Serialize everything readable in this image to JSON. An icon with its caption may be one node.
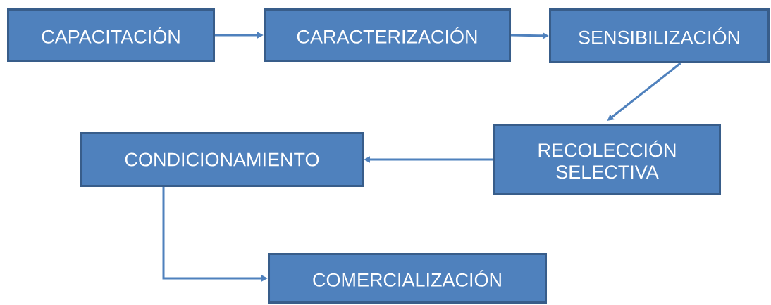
{
  "diagram": {
    "nodes": [
      {
        "text": [
          "CAPACITACIÓN"
        ]
      },
      {
        "text": [
          "CARACTERIZACIÓN"
        ]
      },
      {
        "text": [
          "SENSIBILIZACIÓN"
        ]
      },
      {
        "text": [
          "RECOLECCIÓN SELECTIVA"
        ]
      },
      {
        "text": [
          "CONDICIONAMIENTO"
        ]
      },
      {
        "text": [
          "COMERCIALIZACIÓN"
        ]
      }
    ],
    "edges": [
      {
        "from": 0,
        "to": 1,
        "arrow": "to"
      },
      {
        "from": 1,
        "to": 2,
        "arrow": "to"
      },
      {
        "from": 2,
        "to": 3,
        "arrow": "to"
      },
      {
        "from": 3,
        "to": 4,
        "arrow": "to"
      },
      {
        "from": 4,
        "to": 5,
        "arrow": "to"
      }
    ]
  }
}
